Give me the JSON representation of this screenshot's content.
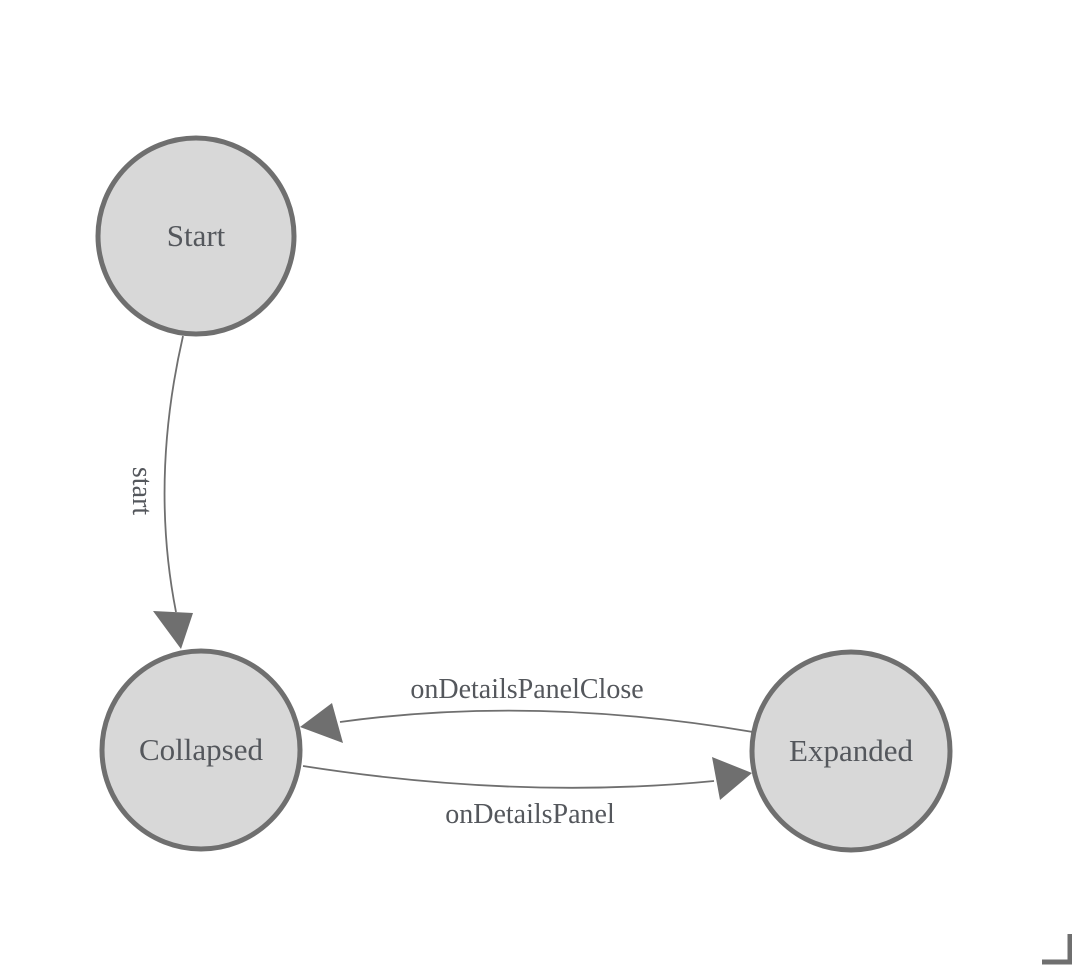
{
  "canvas": {
    "background": "#ffffff"
  },
  "state_machine": {
    "nodes": [
      {
        "id": "start",
        "label": "Start"
      },
      {
        "id": "collapsed",
        "label": "Collapsed"
      },
      {
        "id": "expanded",
        "label": "Expanded"
      }
    ],
    "transitions": [
      {
        "from": "Start",
        "to": "Collapsed",
        "label": "start"
      },
      {
        "from": "Expanded",
        "to": "Collapsed",
        "label": "onDetailsPanelClose"
      },
      {
        "from": "Collapsed",
        "to": "Expanded",
        "label": "onDetailsPanel"
      }
    ]
  },
  "colors": {
    "node_fill": "#d8d8d8",
    "node_border": "#6f6f6f",
    "edge": "#6f6f6f",
    "arrowhead": "#6f6f6f",
    "label_text": "#54575c"
  }
}
